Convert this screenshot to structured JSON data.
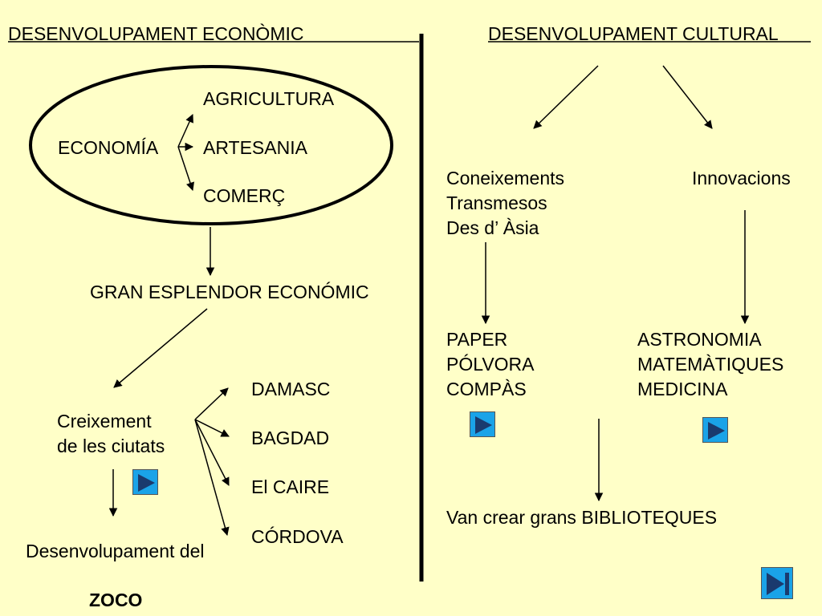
{
  "left": {
    "heading": "DESENVOLUPAMENT ECONÒMIC",
    "economia": "ECONOMÍA",
    "sectors": [
      "AGRICULTURA",
      "ARTESANIA",
      "COMERÇ"
    ],
    "splendor": "GRAN ESPLENDOR ECONÓMIC",
    "growth_line1": "Creixement",
    "growth_line2": "de les ciutats",
    "cities": [
      "DAMASC",
      "BAGDAD",
      "El CAIRE",
      "CÓRDOVA"
    ],
    "development": "Desenvolupament del",
    "zoco": "ZOCO"
  },
  "right": {
    "heading": "DESENVOLUPAMENT CULTURAL",
    "knowledge": [
      "Coneixements",
      "Transmesos",
      "Des d’ Àsia"
    ],
    "innovations": "Innovacions",
    "inventions": [
      "PAPER",
      "PÓLVORA",
      "COMPÀS"
    ],
    "sciences": [
      "ASTRONOMIA",
      "MATEMÀTIQUES",
      "MEDICINA"
    ],
    "libraries": "Van crear grans  BIBLIOTEQUES"
  },
  "colors": {
    "background": "#ffffc8",
    "button": "#1aa3e8",
    "button_icon": "#1a3a6e"
  },
  "icons": [
    "play-icon",
    "play-icon",
    "play-icon",
    "end-icon"
  ]
}
